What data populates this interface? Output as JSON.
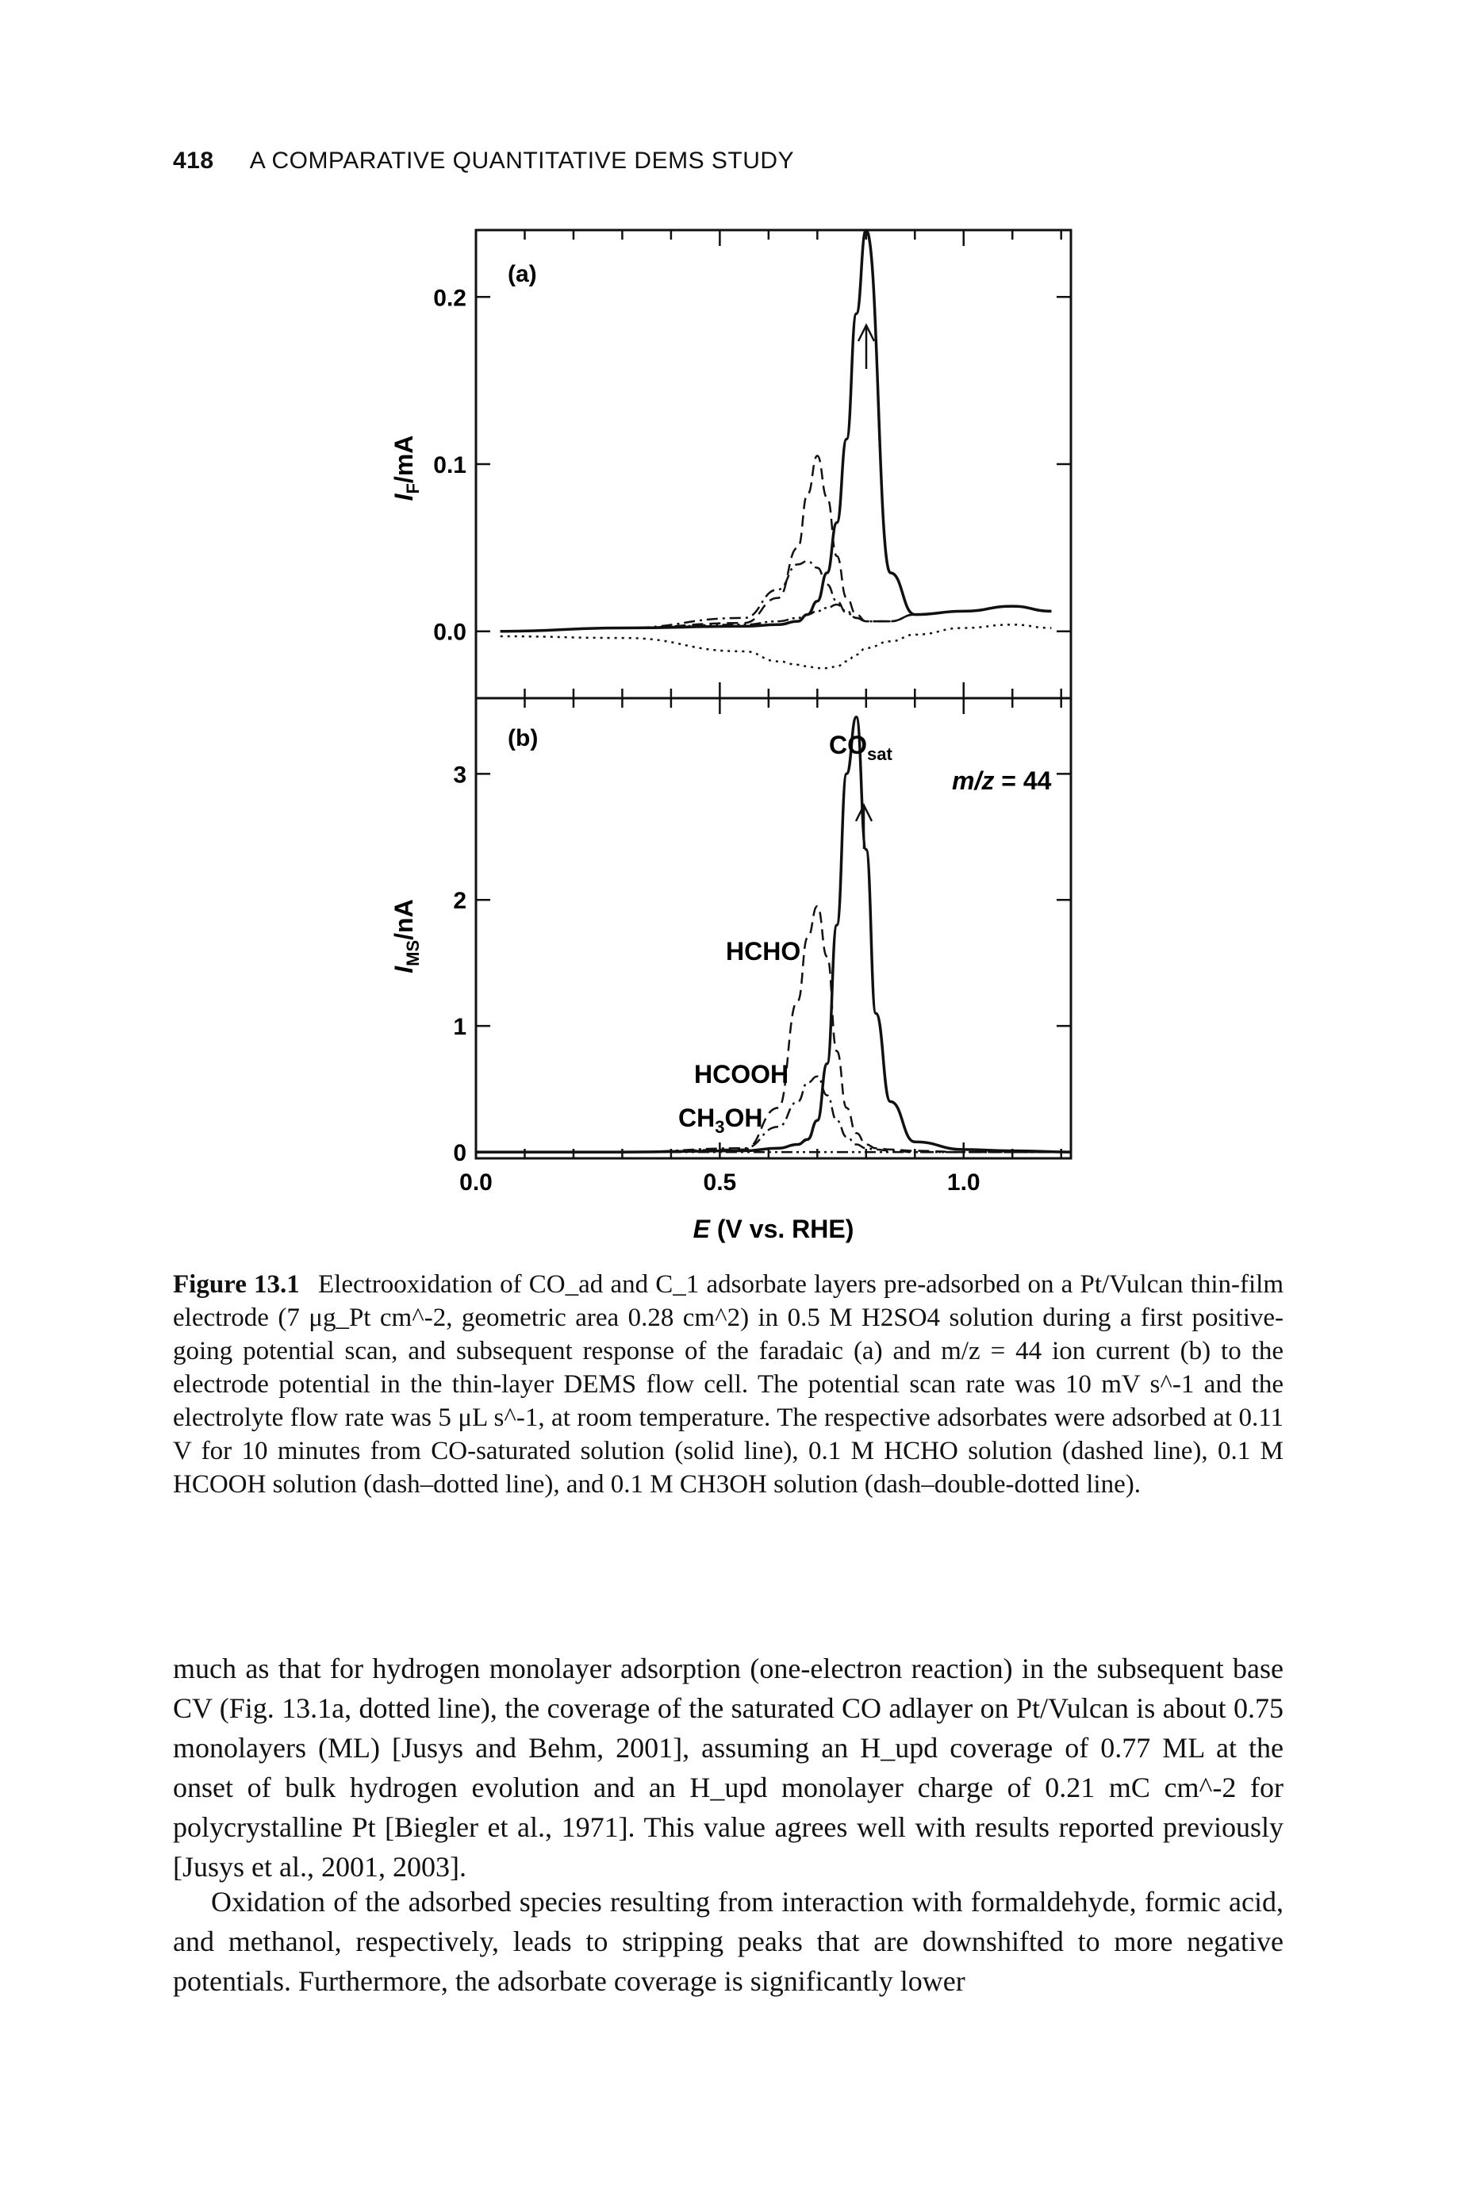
{
  "header": {
    "page_number": "418",
    "running_title": "A COMPARATIVE QUANTITATIVE DEMS STUDY"
  },
  "chart_data": [
    {
      "type": "line",
      "panel_label": "(a)",
      "ylabel": "I_F/mA",
      "y_ticks": [
        "0.0",
        "0.1",
        "0.2"
      ],
      "ylim": [
        -0.04,
        0.24
      ],
      "xlim": [
        0.0,
        1.22
      ],
      "x": [
        0.05,
        0.3,
        0.55,
        0.62,
        0.66,
        0.68,
        0.7,
        0.72,
        0.74,
        0.76,
        0.78,
        0.8,
        0.85,
        0.9,
        1.0,
        1.1,
        1.18
      ],
      "series": [
        {
          "line_style": "solid",
          "values": [
            0.0,
            0.002,
            0.003,
            0.004,
            0.006,
            0.01,
            0.018,
            0.035,
            0.065,
            0.115,
            0.19,
            0.24,
            0.035,
            0.01,
            0.012,
            0.015,
            0.012
          ]
        },
        {
          "line_style": "dashed",
          "values": [
            0.0,
            0.002,
            0.005,
            0.02,
            0.05,
            0.082,
            0.105,
            0.08,
            0.045,
            0.02,
            0.01,
            0.006,
            0.006,
            0.01,
            0.012,
            0.015,
            0.012
          ]
        },
        {
          "line_style": "dash-dotted",
          "values": [
            0.0,
            0.002,
            0.008,
            0.025,
            0.04,
            0.042,
            0.038,
            0.028,
            0.018,
            0.011,
            0.008,
            0.006,
            0.006,
            0.01,
            0.012,
            0.015,
            0.012
          ]
        },
        {
          "line_style": "dash-double-dotted",
          "values": [
            0.0,
            0.002,
            0.004,
            0.006,
            0.008,
            0.01,
            0.012,
            0.014,
            0.016,
            0.012,
            0.008,
            0.006,
            0.006,
            0.01,
            0.012,
            0.015,
            0.012
          ]
        },
        {
          "line_style": "dotted",
          "values": [
            -0.003,
            -0.004,
            -0.012,
            -0.018,
            -0.02,
            -0.021,
            -0.022,
            -0.022,
            -0.021,
            -0.018,
            -0.014,
            -0.01,
            -0.006,
            -0.002,
            0.002,
            0.004,
            0.002
          ]
        }
      ]
    },
    {
      "type": "line",
      "panel_label": "(b)",
      "ylabel": "I_MS/nA",
      "y_ticks": [
        "0",
        "1",
        "2",
        "3"
      ],
      "x_ticks": [
        "0.0",
        "0.5",
        "1.0"
      ],
      "xlabel": "E (V vs. RHE)",
      "ylim": [
        -0.05,
        3.6
      ],
      "xlim": [
        0.0,
        1.22
      ],
      "annotations": [
        "CO_sat",
        "m/z = 44",
        "HCHO",
        "HCOOH",
        "CH3OH"
      ],
      "x": [
        0.0,
        0.3,
        0.55,
        0.62,
        0.66,
        0.68,
        0.7,
        0.72,
        0.74,
        0.76,
        0.78,
        0.8,
        0.82,
        0.85,
        0.9,
        1.0,
        1.1,
        1.22
      ],
      "series": [
        {
          "name": "CO_sat",
          "line_style": "solid",
          "values": [
            0.0,
            0.0,
            0.01,
            0.03,
            0.06,
            0.1,
            0.25,
            0.7,
            1.8,
            3.0,
            3.45,
            2.4,
            1.1,
            0.4,
            0.08,
            0.02,
            0.01,
            0.0
          ]
        },
        {
          "name": "HCHO",
          "line_style": "dashed",
          "values": [
            0.0,
            0.0,
            0.02,
            0.35,
            1.2,
            1.7,
            1.95,
            1.55,
            0.8,
            0.35,
            0.15,
            0.06,
            0.03,
            0.02,
            0.01,
            0.0,
            0.0,
            0.0
          ]
        },
        {
          "name": "HCOOH",
          "line_style": "dash-dotted",
          "values": [
            0.0,
            0.0,
            0.03,
            0.2,
            0.4,
            0.55,
            0.6,
            0.45,
            0.25,
            0.12,
            0.06,
            0.03,
            0.02,
            0.01,
            0.0,
            0.0,
            0.0,
            0.0
          ]
        },
        {
          "name": "CH3OH",
          "line_style": "dash-double-dotted",
          "values": [
            0.0,
            0.0,
            0.0,
            0.0,
            0.0,
            0.0,
            0.0,
            0.0,
            0.0,
            0.0,
            0.0,
            0.0,
            0.0,
            0.0,
            0.0,
            0.0,
            0.0,
            0.0
          ]
        }
      ]
    }
  ],
  "caption": {
    "label": "Figure 13.1",
    "text": "Electrooxidation of CO_ad and C_1 adsorbate layers pre-adsorbed on a Pt/Vulcan thin-film electrode (7 μg_Pt cm^-2, geometric area 0.28 cm^2) in 0.5 M H2SO4 solution during a first positive-going potential scan, and subsequent response of the faradaic (a) and m/z = 44 ion current (b) to the electrode potential in the thin-layer DEMS flow cell. The potential scan rate was 10 mV s^-1 and the electrolyte flow rate was 5 μL s^-1, at room temperature. The respective adsorbates were adsorbed at 0.11 V for 10 minutes from CO-saturated solution (solid line), 0.1 M HCHO solution (dashed line), 0.1 M HCOOH solution (dash–dotted line), and 0.1 M CH3OH solution (dash–double-dotted line)."
  },
  "body": {
    "para1": "much as that for hydrogen monolayer adsorption (one-electron reaction) in the subsequent base CV (Fig. 13.1a, dotted line), the coverage of the saturated CO adlayer on Pt/Vulcan is about 0.75 monolayers (ML) [Jusys and Behm, 2001], assuming an H_upd coverage of 0.77 ML at the onset of bulk hydrogen evolution and an H_upd monolayer charge of 0.21 mC cm^-2 for polycrystalline Pt [Biegler et al., 1971]. This value agrees well with results reported previously [Jusys et al., 2001, 2003].",
    "para2": "Oxidation of the adsorbed species resulting from interaction with formaldehyde, formic acid, and methanol, respectively, leads to stripping peaks that are downshifted to more negative potentials. Furthermore, the adsorbate coverage is significantly lower"
  }
}
